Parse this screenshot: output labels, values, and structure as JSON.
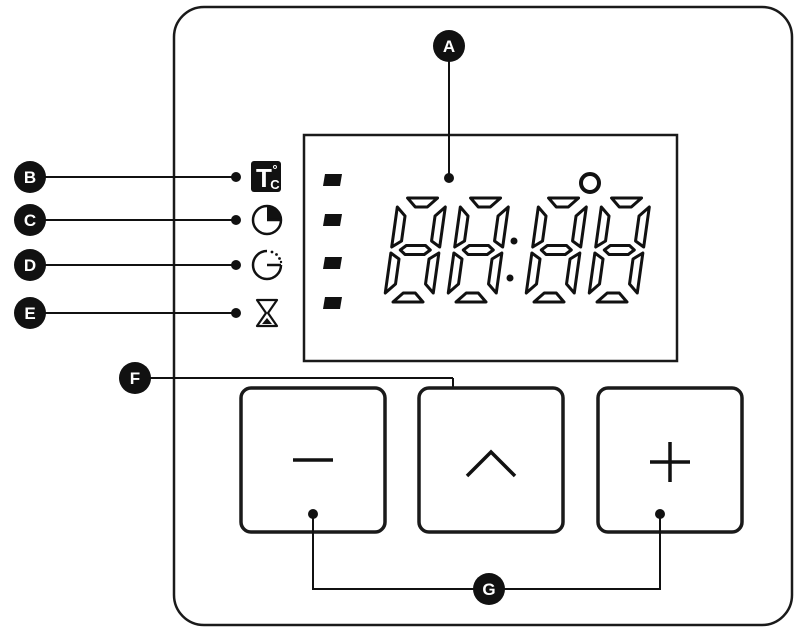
{
  "callouts": {
    "a": "A",
    "b": "B",
    "c": "C",
    "d": "D",
    "e": "E",
    "f": "F",
    "g": "G"
  },
  "display": {
    "digits": "88:88",
    "degree_symbol": "°",
    "indicator_count": 4
  },
  "icons": {
    "temperature": {
      "name": "temperature-icon",
      "text_t": "T",
      "text_deg": "°",
      "text_c": "C"
    },
    "clock": {
      "name": "clock-icon"
    },
    "end-timer": {
      "name": "end-timer-icon"
    },
    "minute-minder": {
      "name": "hourglass-icon"
    }
  },
  "buttons": {
    "minus": {
      "name": "minus-button",
      "symbol": "minus"
    },
    "select": {
      "name": "up-button",
      "symbol": "chevron-up"
    },
    "plus": {
      "name": "plus-button",
      "symbol": "plus"
    }
  },
  "colors": {
    "ink": "#111111",
    "panel_stroke": "#1a1a1a",
    "background": "#ffffff"
  }
}
